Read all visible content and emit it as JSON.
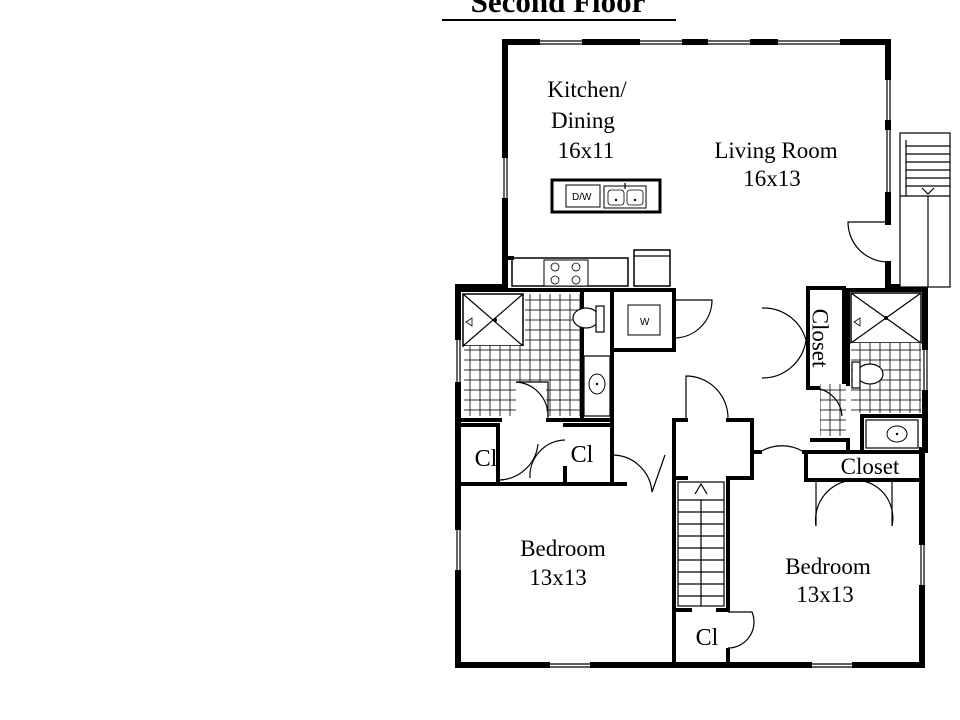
{
  "plan": {
    "title": "Second Floor",
    "rooms": {
      "kitchen_name_line1": "Kitchen/",
      "kitchen_name_line2": "Dining",
      "kitchen_dim": "16x11",
      "living_name": "Living Room",
      "living_dim": "16x13",
      "bedroom_left_name": "Bedroom",
      "bedroom_left_dim": "13x13",
      "bedroom_right_name": "Bedroom",
      "bedroom_right_dim": "13x13",
      "closet_vertical": "Closet",
      "closet_right": "Closet",
      "cl_left": "Cl",
      "cl_mid": "Cl",
      "cl_stair": "Cl"
    },
    "fixtures": {
      "dishwasher": "D/W",
      "washer": "W"
    }
  }
}
